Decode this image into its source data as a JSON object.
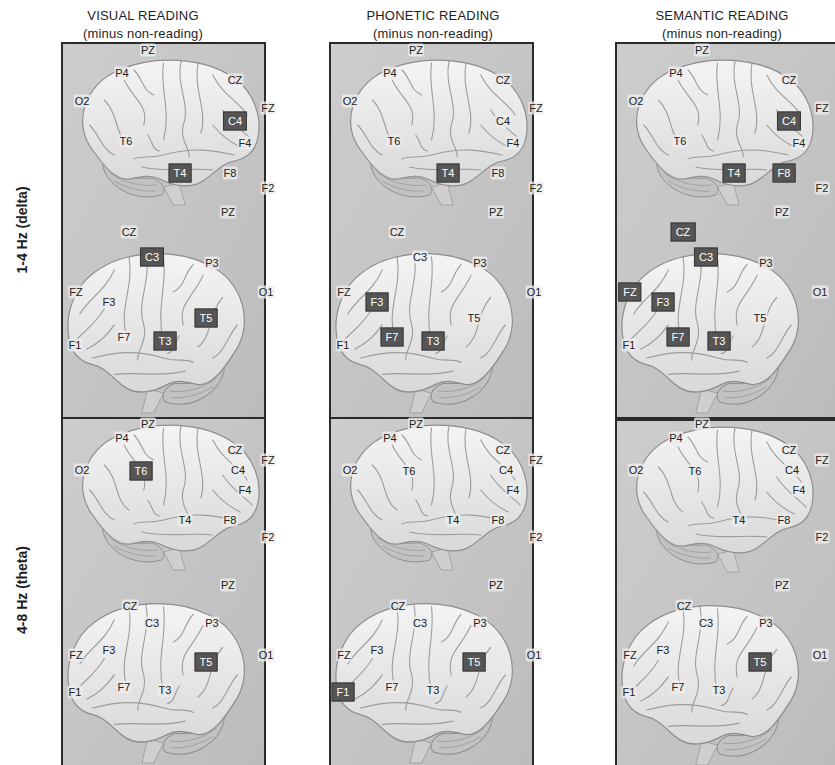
{
  "diagram": {
    "nodes": [
      {
        "text": [
          "C4"
        ]
      },
      {
        "text": [
          "T4"
        ]
      },
      {
        "text": [
          "C3"
        ]
      },
      {
        "text": [
          "T5"
        ]
      },
      {
        "text": [
          "T3"
        ]
      },
      {
        "text": [
          "T4"
        ]
      },
      {
        "text": [
          "F3"
        ]
      },
      {
        "text": [
          "F7"
        ]
      },
      {
        "text": [
          "T3"
        ]
      },
      {
        "text": [
          "C4"
        ]
      },
      {
        "text": [
          "T4"
        ]
      },
      {
        "text": [
          "F8"
        ]
      },
      {
        "text": [
          "CZ"
        ]
      },
      {
        "text": [
          "C3"
        ]
      },
      {
        "text": [
          "FZ"
        ]
      },
      {
        "text": [
          "F3"
        ]
      },
      {
        "text": [
          "F7"
        ]
      },
      {
        "text": [
          "T3"
        ]
      },
      {
        "text": [
          "T6"
        ]
      },
      {
        "text": [
          "T5"
        ]
      },
      {
        "text": [
          "T5"
        ]
      },
      {
        "text": [
          "F1"
        ]
      },
      {
        "text": [
          "T5"
        ]
      }
    ],
    "labels": [
      "VISUAL READING",
      "(minus non-reading)",
      "PHONETIC READING",
      "(minus non-reading)",
      "SEMANTIC READING",
      "(minus non-reading)",
      "1-4 Hz (delta)",
      "4-8 Hz (theta)",
      "PZ",
      "P4",
      "CZ",
      "O2",
      "FZ",
      "F4",
      "T6",
      "F8",
      "F2",
      "PZ",
      "CZ",
      "P3",
      "FZ",
      "F3",
      "O1",
      "F1",
      "F7",
      "PZ",
      "P4",
      "CZ",
      "O2",
      "C4",
      "FZ",
      "F4",
      "T6",
      "F8",
      "F2",
      "PZ",
      "CZ",
      "C3",
      "P3",
      "FZ",
      "O1",
      "T5",
      "F1",
      "PZ",
      "P4",
      "CZ",
      "O2",
      "FZ",
      "F4",
      "T6",
      "F2",
      "PZ",
      "P3",
      "O1",
      "T5",
      "F1",
      "PZ",
      "P4",
      "CZ",
      "O2",
      "C4",
      "FZ",
      "F4",
      "T4",
      "F8",
      "F2",
      "PZ",
      "CZ",
      "C3",
      "P3",
      "FZ",
      "F3",
      "O1",
      "F1",
      "F7",
      "T3",
      "PZ",
      "P4",
      "CZ",
      "O2",
      "C4",
      "FZ",
      "F4",
      "T6",
      "T4",
      "F8",
      "F2",
      "PZ",
      "CZ",
      "C3",
      "P3",
      "FZ",
      "F3",
      "O1",
      "F7",
      "T3",
      "PZ",
      "P4",
      "CZ",
      "O2",
      "C4",
      "FZ",
      "F4",
      "T6",
      "T4",
      "F8",
      "F2",
      "PZ",
      "CZ",
      "C3",
      "P3",
      "FZ",
      "F3",
      "O1",
      "F1",
      "F7",
      "T3"
    ]
  }
}
